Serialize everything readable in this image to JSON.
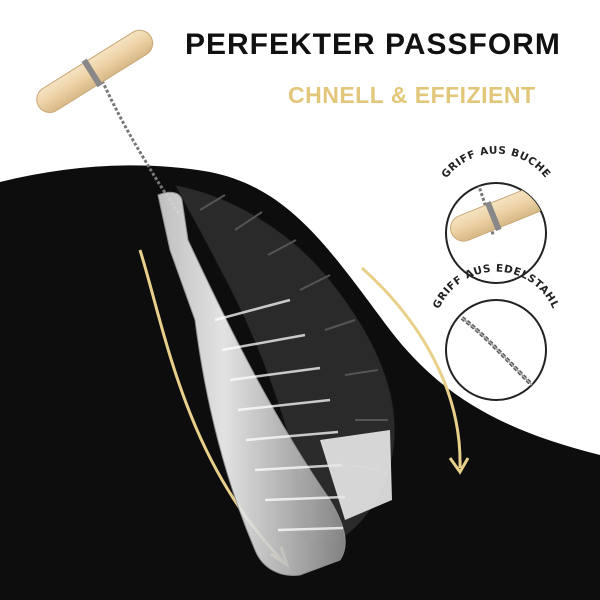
{
  "headline": "PERFEKTER PASSFORM",
  "tagline": "CHNELL & EFFIZIENT",
  "callouts": [
    {
      "label": "GRIFF AUS BUCHE",
      "icon": "wooden-handle-icon"
    },
    {
      "label": "GRIFF AUS EDELSTAHL",
      "icon": "twisted-wire-icon"
    }
  ],
  "colors": {
    "accent": "#e2c77a",
    "background_dark": "#0d0d0d",
    "headline": "#111111",
    "wood": "#efd6ad"
  }
}
